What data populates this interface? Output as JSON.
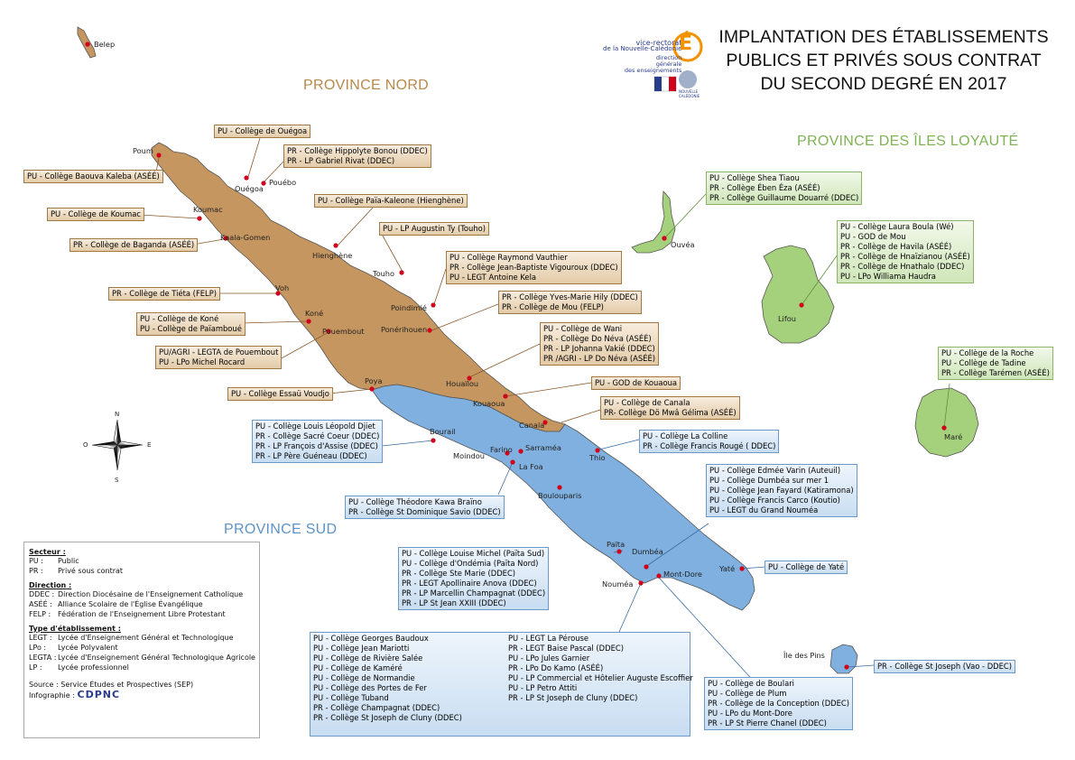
{
  "title": {
    "line1": "IMPLANTATION DES ÉTABLISSEMENTS",
    "line2": "PUBLICS ET PRIVÉS SOUS CONTRAT",
    "line3": "DU SECOND DEGRÉ EN 2017"
  },
  "logo": {
    "line1": "vice-rectorat",
    "line2": "de la Nouvelle-Calédonie",
    "line3": "direction",
    "line4": "générale",
    "line5": "des enseignements",
    "letter": "É",
    "caption": "NOUVELLE CALÉDONIE"
  },
  "provinces": {
    "nord": "PROVINCE NORD",
    "iles": "PROVINCE DES ÎLES LOYAUTÉ",
    "sud": "PROVINCE SUD"
  },
  "colors": {
    "nord_fill": "#c69660",
    "sud_fill": "#7fb0df",
    "iles_fill": "#a6d17c",
    "nord_text": "#b7894b",
    "sud_text": "#5d93c7",
    "iles_text": "#7fb356",
    "dot": "#d0021b"
  },
  "compass": {
    "n": "N",
    "s": "S",
    "e": "E",
    "o": "O"
  },
  "towns": {
    "belep": "Belep",
    "poum": "Poum",
    "ouegoa": "Ouégoa",
    "pouebo": "Pouébo",
    "koumac": "Koumac",
    "kaala": "Kaala-Gomen",
    "hienghene": "Hienghène",
    "touho": "Touho",
    "voh": "Voh",
    "poindimie": "Poindimié",
    "kone": "Koné",
    "ponerihouen": "Ponérihouen",
    "pouembout": "Pouembout",
    "houailou": "Houaïlou",
    "poya": "Poya",
    "kouaoua": "Kouaoua",
    "canala": "Canala",
    "bourail": "Bourail",
    "farino": "Farino",
    "sarramea": "Sarraméa",
    "moindou": "Moindou",
    "lafoa": "La Foa",
    "thio": "Thio",
    "boulouparis": "Boulouparis",
    "paita": "Païta",
    "dumbea": "Dumbéa",
    "noumea": "Nouméa",
    "montdore": "Mont-Dore",
    "yate": "Yaté",
    "ouvea": "Ouvéa",
    "lifou": "Lifou",
    "mare": "Maré",
    "iledespins": "Île des Pins"
  },
  "labels": {
    "ouegoa": [
      "PU - Collège de Ouégoa"
    ],
    "pouebo": [
      "PR - Collège Hippolyte Bonou (DDEC)",
      "PR - LP Gabriel Rivat (DDEC)"
    ],
    "poum": [
      "PU - Collège Baouva Kaleba (ASÉÉ)"
    ],
    "hienghene": [
      "PU - Collège Païa-Kaleone (Hienghène)"
    ],
    "koumac": [
      "PU - Collège de Koumac"
    ],
    "touho": [
      "PU - LP Augustin Ty (Touho)"
    ],
    "kaala": [
      "PR - Collège de Baganda (ASÉÉ)"
    ],
    "poindimie": [
      "PU - Collège Raymond Vauthier",
      "PR - Collège Jean-Baptiste Vigouroux (DDEC)",
      "PU - LEGT Antoine Kela"
    ],
    "voh": [
      "PR - Collège de Tiéta (FELP)"
    ],
    "ponerihouen": [
      "PR - Collège Yves-Marie Hily (DDEC)",
      "PR - Collège de Mou (FELP)"
    ],
    "kone": [
      "PU - Collège de Koné",
      "PU - Collège de Païamboué"
    ],
    "houailou": [
      "PU - Collège de Wani",
      "PR - Collège Do Néva (ASÉÉ)",
      "PR - LP Johanna Vakié (DDEC)",
      "PR /AGRI - LP Do Néva (ASÉÉ)"
    ],
    "pouembout": [
      "PU/AGRI - LEGTA de Pouembout",
      "PU - LPo Michel Rocard"
    ],
    "kouaoua": [
      "PU - GOD de Kouaoua"
    ],
    "poya": [
      "PU - Collège Essaü Voudjo"
    ],
    "canala": [
      "PU - Collège de Canala",
      "PR- Collège Dö Mwâ Gélima (ASÉÉ)"
    ],
    "bourail": [
      "PU - Collège Louis Léopold Djiet",
      "PR - Collège Sacré Coeur (DDEC)",
      "PR - LP François d'Assise (DDEC)",
      "PR - LP Père Guéneau (DDEC)"
    ],
    "thio": [
      "PU - Collège La Colline",
      "PR - Collège Francis Rougé ( DDEC)"
    ],
    "dumbea": [
      "PU - Collège Edmée Varin (Auteuil)",
      "PU - Collège Dumbéa sur mer 1",
      "PU - Collège Jean Fayard (Katiramona)",
      "PU - Collège Francis Carco (Koutio)",
      "PU - LEGT du Grand Nouméa"
    ],
    "lafoa": [
      "PU - Collège Théodore Kawa Braïno",
      "PR - Collège St Dominique Savio (DDEC)"
    ],
    "paita": [
      "PU - Collège Louise Michel (Païta Sud)",
      "PU - Collège d'Ondémia (Païta Nord)",
      "PR - Collège Ste Marie (DDEC)",
      "PR - LEGT Apollinaire Anova (DDEC)",
      "PR - LP Marcellin Champagnat (DDEC)",
      "PR - LP St Jean XXIII (DDEC)"
    ],
    "yate": [
      "PU - Collège de Yaté"
    ],
    "noumea_left": [
      "PU - Collège Georges Baudoux",
      "PU - Collège Jean Mariotti",
      "PU - Collège de Rivière Salée",
      "PU - Collège de Kaméré",
      "PU - Collège de Normandie",
      "PU - Collège des Portes de Fer",
      "PU - Collège Tuband",
      "PR - Collège Champagnat (DDEC)",
      "PR - Collège St Joseph de Cluny (DDEC)"
    ],
    "noumea_right": [
      "PU - LEGT La Pérouse",
      "PR - LEGT Baise Pascal (DDEC)",
      "PU - LPo Jules Garnier",
      "PR - LPo Do Kamo (ASÉÉ)",
      "PU - LP Commercial et Hôtelier Auguste Escoffier",
      "PU - LP Petro Attiti",
      "PR - LP St Joseph de Cluny (DDEC)"
    ],
    "iledespins": [
      "PR - Collège St Joseph (Vao - DDEC)"
    ],
    "montdore": [
      "PU - Collège de Boulari",
      "PU - Collège de Plum",
      "PR - Collège de la Conception (DDEC)",
      "PU - LPo du Mont-Dore",
      "PR - LP St Pierre Chanel (DDEC)"
    ],
    "ouvea": [
      "PU - Collège Shea Tiaou",
      "PR - Collège Ében Éza (ASÉÉ)",
      "PR - Collège Guillaume Douarré (DDEC)"
    ],
    "lifou": [
      "PU - Collège Laura Boula (Wé)",
      "PU - GOD de Mou",
      "PR - Collège de Havila (ASÉÉ)",
      "PR - Collège de Hnaïzianou (ASÉÉ)",
      "PR - Collège de Hnathalo (DDEC)",
      "PU - LPo Williama Haudra"
    ],
    "mare": [
      "PU - Collège de la Roche",
      "PU - Collège de Tadine",
      "PR - Collège Tarémen (ASÉÉ)"
    ]
  },
  "legend": {
    "secteur_h": "Secteur",
    "secteur": [
      [
        "PU :",
        "Public"
      ],
      [
        "PR :",
        "Privé sous contrat"
      ]
    ],
    "direction_h": "Direction",
    "direction": [
      [
        "DDEC :",
        "Direction Diocésaine de l'Enseignement Catholique"
      ],
      [
        "ASÉÉ :",
        "Alliance Scolaire de l'Église Évangélique"
      ],
      [
        "FELP :",
        "Fédération de l'Enseignement Libre Protestant"
      ]
    ],
    "type_h": "Type d'établissement",
    "type": [
      [
        "LEGT :",
        "Lycée d'Enseignement Général et Technologique"
      ],
      [
        "LPo :",
        "Lycée Polyvalent"
      ],
      [
        "LEGTA :",
        "Lycée d'Enseignement Général Technologique Agricole"
      ],
      [
        "LP :",
        "Lycée professionnel"
      ]
    ],
    "source": "Source : Service Études et Prospectives (SEP)",
    "infographie": "Infographie :",
    "infographie_logo": "CDPNC"
  }
}
